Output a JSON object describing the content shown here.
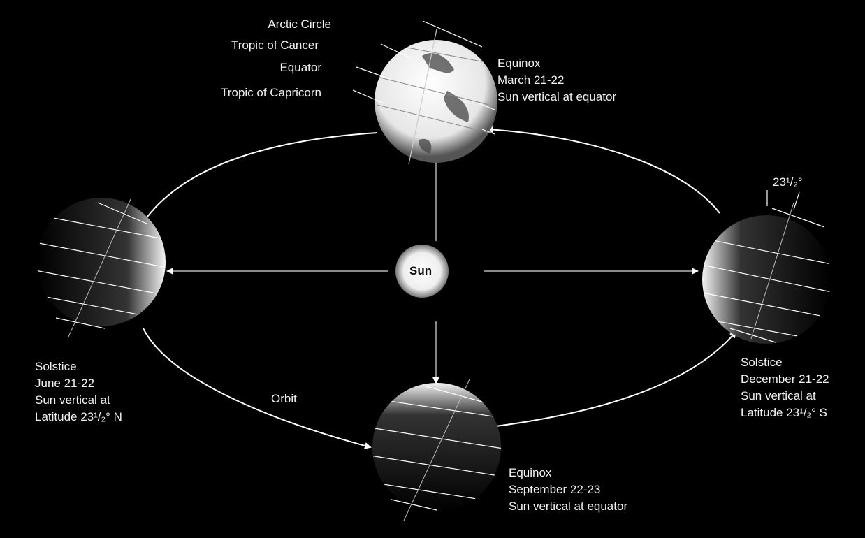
{
  "sun": {
    "label": "Sun"
  },
  "orbit": {
    "label": "Orbit"
  },
  "latitude_lines": {
    "arctic": "Arctic Circle",
    "cancer": "Tropic of Cancer",
    "equator": "Equator",
    "capricorn": "Tropic of Capricorn"
  },
  "positions": {
    "march": {
      "title": "Equinox",
      "date": "March 21-22",
      "desc": "Sun vertical at equator"
    },
    "june": {
      "title": "Solstice",
      "date": "June 21-22",
      "desc": "Sun vertical at",
      "desc2": "Latitude 23¹/₂° N"
    },
    "september": {
      "title": "Equinox",
      "date": "September 22-23",
      "desc": "Sun vertical at equator"
    },
    "december": {
      "title": "Solstice",
      "date": "December 21-22",
      "desc": "Sun vertical at",
      "desc2": "Latitude 23¹/₂° S"
    }
  },
  "tilt_label": "23¹/₂°",
  "colors": {
    "background": "#000000",
    "line": "#ffffff",
    "text": "#f2f2f2"
  }
}
